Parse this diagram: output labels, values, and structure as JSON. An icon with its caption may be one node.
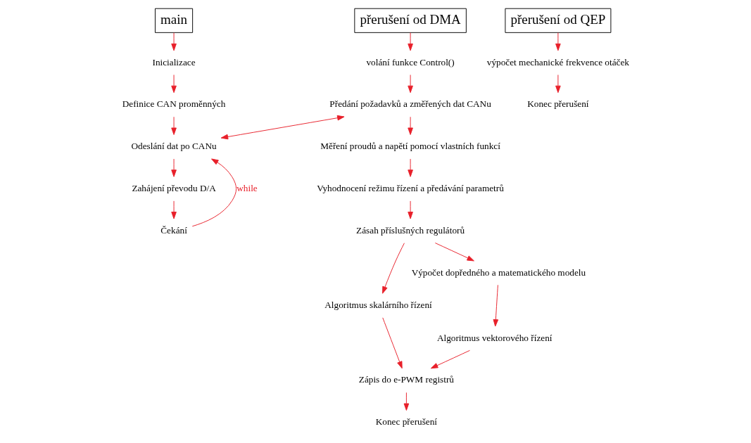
{
  "diagram": {
    "nodes": [
      {
        "text": [
          "main"
        ]
      },
      {
        "text": [
          "Inicializace"
        ]
      },
      {
        "text": [
          "Definice CAN proměnných"
        ]
      },
      {
        "text": [
          "Odeslání dat po CANu"
        ]
      },
      {
        "text": [
          "Zahájení převodu D/A"
        ]
      },
      {
        "text": [
          "Čekání"
        ]
      },
      {
        "text": [
          "přerušení od DMA"
        ]
      },
      {
        "text": [
          "volání funkce Control()"
        ]
      },
      {
        "text": [
          "Předání požadavků a změřených dat CANu"
        ]
      },
      {
        "text": [
          "Měření proudů a napětí pomocí vlastních funkcí"
        ]
      },
      {
        "text": [
          "Vyhodnocení režimu řízení a předávání parametrů"
        ]
      },
      {
        "text": [
          "Zásah příslušných regulátorů"
        ]
      },
      {
        "text": [
          "přerušení od QEP"
        ]
      },
      {
        "text": [
          "výpočet mechanické frekvence otáček"
        ]
      },
      {
        "text": [
          "Konec přerušení"
        ]
      },
      {
        "text": [
          "Algoritmus skalárního řízení"
        ]
      },
      {
        "text": [
          "Výpočet dopředného a matematického modelu"
        ]
      },
      {
        "text": [
          "Algoritmus vektorového řízení"
        ]
      },
      {
        "text": [
          "Zápis do e-PWM registrů"
        ]
      },
      {
        "text": [
          "Konec přerušení"
        ]
      }
    ],
    "edges": [
      {
        "from": 0,
        "to": 1,
        "arrow": "to"
      },
      {
        "from": 1,
        "to": 2,
        "arrow": "to"
      },
      {
        "from": 2,
        "to": 3,
        "arrow": "to"
      },
      {
        "from": 3,
        "to": 4,
        "arrow": "to"
      },
      {
        "from": 4,
        "to": 5,
        "arrow": "to"
      },
      {
        "from": 5,
        "to": 3,
        "arrow": "to",
        "label": "while"
      },
      {
        "from": 8,
        "to": 3,
        "arrow": "both"
      },
      {
        "from": 6,
        "to": 7,
        "arrow": "to"
      },
      {
        "from": 7,
        "to": 8,
        "arrow": "to"
      },
      {
        "from": 8,
        "to": 9,
        "arrow": "to"
      },
      {
        "from": 9,
        "to": 10,
        "arrow": "to"
      },
      {
        "from": 10,
        "to": 11,
        "arrow": "to"
      },
      {
        "from": 11,
        "to": 15,
        "arrow": "to"
      },
      {
        "from": 11,
        "to": 16,
        "arrow": "to"
      },
      {
        "from": 16,
        "to": 17,
        "arrow": "to"
      },
      {
        "from": 15,
        "to": 18,
        "arrow": "to"
      },
      {
        "from": 17,
        "to": 18,
        "arrow": "to"
      },
      {
        "from": 18,
        "to": 19,
        "arrow": "to"
      },
      {
        "from": 12,
        "to": 13,
        "arrow": "to"
      },
      {
        "from": 13,
        "to": 14,
        "arrow": "to"
      }
    ]
  }
}
